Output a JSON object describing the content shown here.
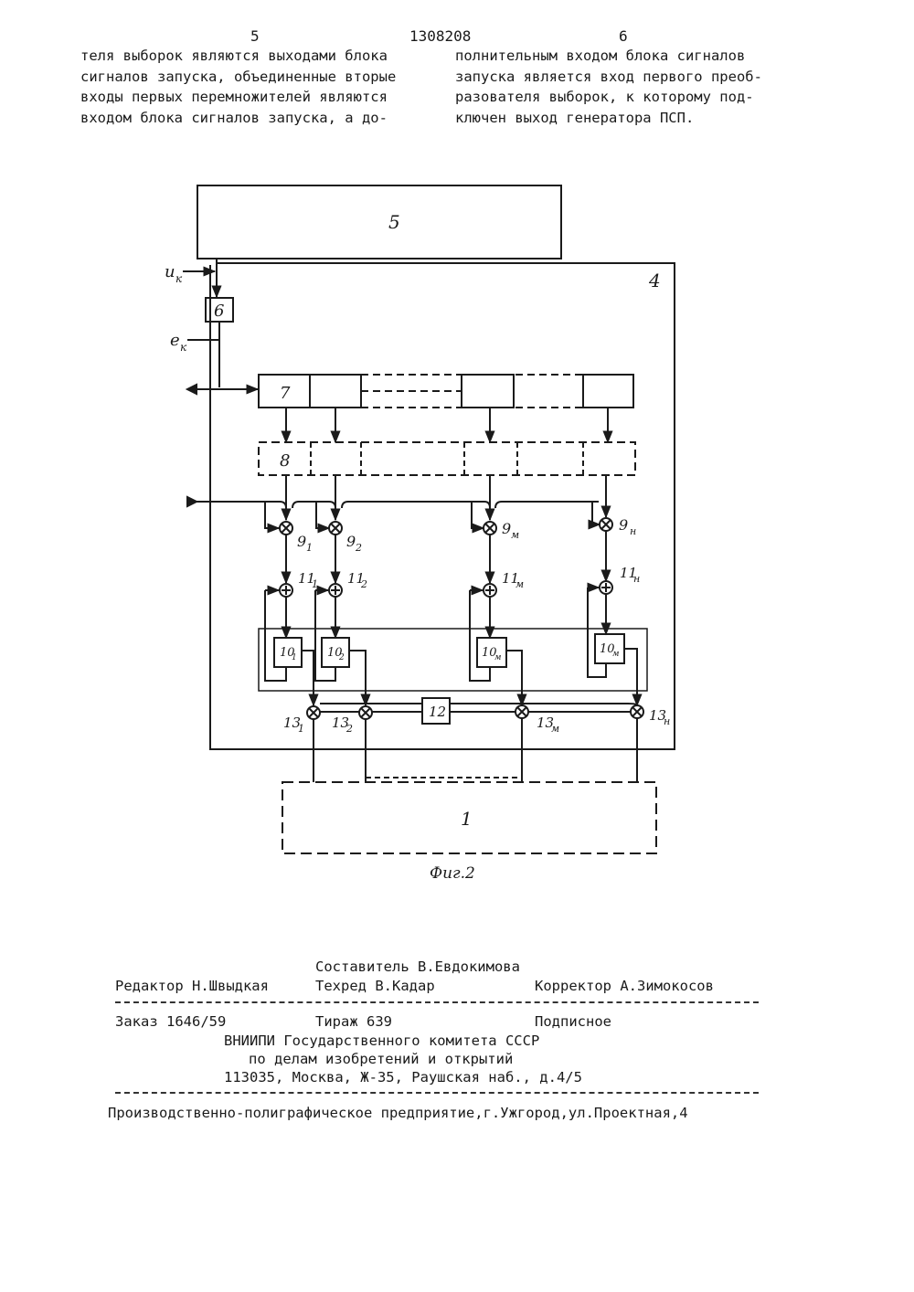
{
  "header": {
    "page_left": "5",
    "patent_number": "1308208",
    "page_right": "6"
  },
  "text_left": [
    "теля выборок являются выходами блока",
    "сигналов запуска, объединенные вторые",
    "входы первых перемножителей являются",
    "входом блока сигналов запуска, а до-"
  ],
  "text_right": [
    "полнительным входом блока сигналов",
    "запуска является вход первого преоб-",
    "разователя выборок, к которому под-",
    "ключен выход генератора ПСП."
  ],
  "figure": {
    "caption": "Фиг.2",
    "labels": {
      "b5": "5",
      "b4": "4",
      "b6": "6",
      "b7": "7",
      "b8": "8",
      "b1": "1",
      "b12": "12",
      "uk": "u",
      "uk_sub": "к",
      "ek": "e",
      "ek_sub": "к",
      "m9": [
        "9",
        "1"
      ],
      "m9b": [
        "9",
        "2"
      ],
      "m9c": [
        "9",
        "м"
      ],
      "m9d": [
        "9",
        "н"
      ],
      "s11": [
        "11",
        "1"
      ],
      "s11b": [
        "11",
        "2"
      ],
      "s11c": [
        "11",
        "м"
      ],
      "s11d": [
        "11",
        "н"
      ],
      "r10": [
        "10",
        "1"
      ],
      "r10b": [
        "10",
        "2"
      ],
      "r10c": [
        "10",
        "м"
      ],
      "r10d": [
        "10",
        "м"
      ],
      "m13": [
        "13",
        "1"
      ],
      "m13b": [
        "13",
        "2"
      ],
      "m13c": [
        "13",
        "м"
      ],
      "m13d": [
        "13",
        "н"
      ]
    }
  },
  "footer": {
    "compiler": "Составитель В.Евдокимова",
    "editor": "Редактор Н.Швыдкая",
    "techred": "Техред В.Кадар",
    "corrector": "Корректор А.Зимокосов",
    "order": "Заказ 1646/59",
    "circulation": "Тираж 639",
    "subscription": "Подписное",
    "org_line1": "ВНИИПИ Государственного комитета СССР",
    "org_line2": "по делам изобретений и открытий",
    "org_line3": "113035, Москва, Ж-35, Раушская наб., д.4/5",
    "printer": "Производственно-полиграфическое предприятие,г.Ужгород,ул.Проектная,4"
  }
}
